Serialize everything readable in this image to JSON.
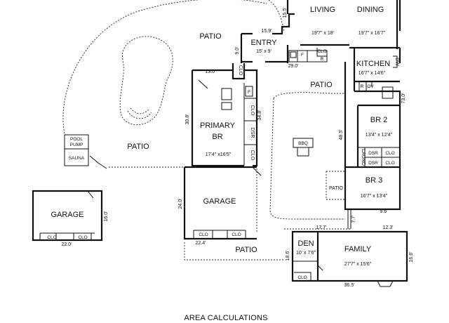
{
  "rooms": {
    "living": {
      "name": "LIVING",
      "dim": "19'7\" x 18'"
    },
    "dining": {
      "name": "DINING",
      "dim": "19'7\" x 16'7\""
    },
    "entry": {
      "name": "ENTRY",
      "dim": "15' x 9'"
    },
    "kitchen": {
      "name": "KITCHEN",
      "dim": "16'7\" x 14'6\""
    },
    "primary": {
      "name1": "PRIMARY",
      "name2": "BR",
      "dim": "17'4\" x16'5\""
    },
    "br2": {
      "name": "BR 2",
      "dim": "13'4\" x 12'4\""
    },
    "br3": {
      "name": "BR 3",
      "dim": "16'7\" x 13'4\""
    },
    "garage_main": {
      "name": "GARAGE"
    },
    "garage_detached": {
      "name": "GARAGE"
    },
    "den": {
      "name": "DEN",
      "dim": "10' x 7'6\""
    },
    "family": {
      "name": "FAMILY",
      "dim": "27'7\" x 15'6\""
    },
    "patio_top": "PATIO",
    "patio_left": "PATIO",
    "patio_center": "PATIO",
    "patio_small": "PATIO",
    "patio_bottom": "PATIO",
    "pool_pump_1": "POOL",
    "pool_pump_2": "PUMP",
    "sauna": "SAUNA",
    "bbq": "BBQ"
  },
  "labels": {
    "clo": "CLO",
    "f": "F",
    "r": "R",
    "ov": "OV",
    "dw": "DW",
    "dsr": "DSR",
    "laund": "LAUND"
  },
  "dims": {
    "d15_5": "15.5'",
    "d15_9": "15.9'",
    "d9_0": "9.0'",
    "d13_0": "13.0'",
    "d29_0": "29.0'",
    "d73_0": "73.0'",
    "d30_8": "30.8'",
    "d34_8": "34.8'",
    "d48_5": "48.5'",
    "d24_0": "24.0'",
    "d22_4": "22.4'",
    "d16_0": "16.0'",
    "d22_0": "22.0'",
    "d17_7": "17.7'",
    "d9_6": "9.6'",
    "d7_7": "7.7'",
    "d12_3": "12.3'",
    "d18_6": "18.6'",
    "d16_6": "16.6'",
    "d36_5": "36.5'"
  },
  "caption": "AREA CALCULATIONS"
}
